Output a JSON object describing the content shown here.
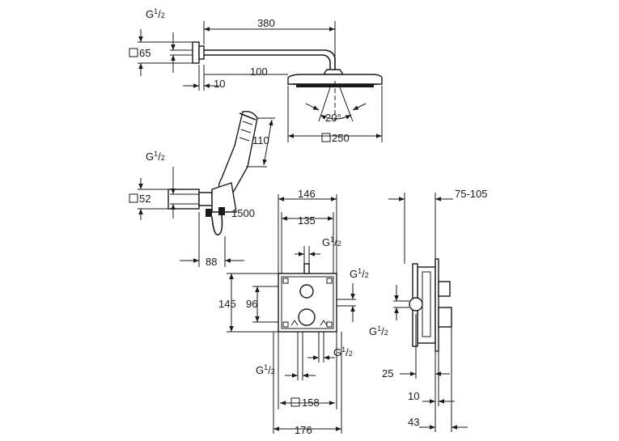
{
  "dimensions": {
    "head_arm_length": "380",
    "head_drop": "100",
    "head_wall_gap": "10",
    "head_flange": "65",
    "head_plate": "250",
    "head_angle": "20°",
    "hand_length": "110",
    "hose_length": "1500",
    "outlet_flange": "52",
    "outlet_depth": "88",
    "box_outer_width": "146",
    "box_inner_width": "135",
    "box_outer_height": "145",
    "box_inner_height": "96",
    "box_square": "158",
    "box_total_width": "176",
    "side_range": "75-105",
    "side_25": "25",
    "side_10": "10",
    "side_43": "43"
  },
  "thread": {
    "prefix": "G",
    "num": "1",
    "slash": "/",
    "den": "2"
  }
}
